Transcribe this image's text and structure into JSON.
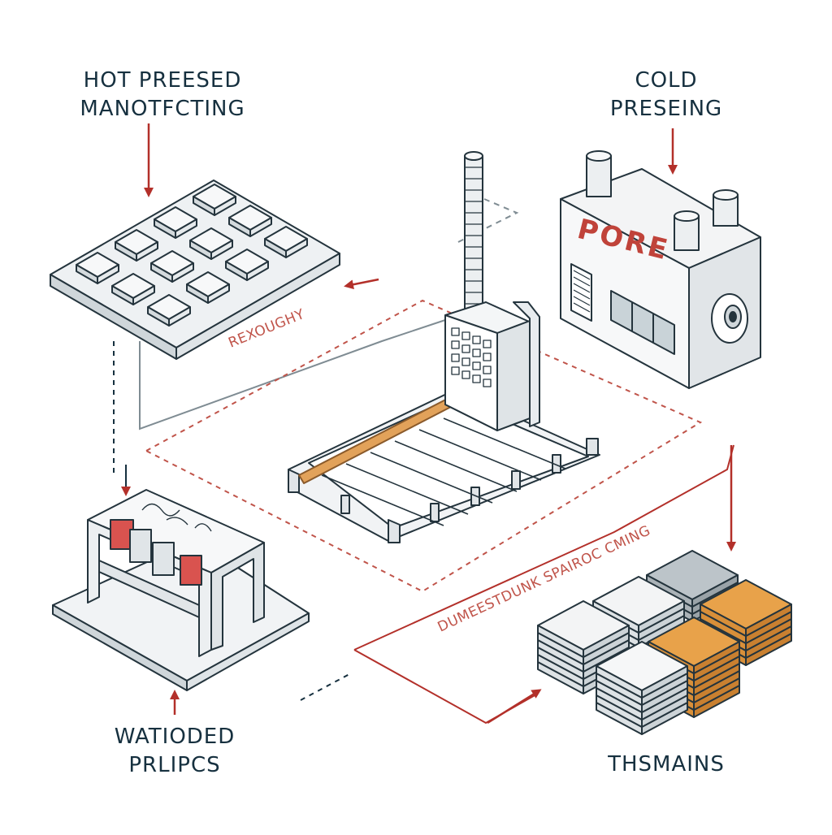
{
  "labels": {
    "hot_line1": "HOT PREESED",
    "hot_line2": "MANOTFCTING",
    "cold_line1": "COLD",
    "cold_line2": "PRESEING",
    "wat_line1": "WATIODED",
    "wat_line2": "PRLIPCS",
    "thsm": "THSMAINS"
  },
  "annotations": {
    "tray_tag": "REXOUGHY",
    "flow_tag": "DUMEESTDUNK SPAIROC CMING"
  },
  "building_sign": "PORE",
  "colors": {
    "ink": "#16303f",
    "accent_red": "#c0544a",
    "arrow_red": "#b3302a",
    "wood": "#e2a25a",
    "steel": "#e8ecef",
    "gray_line": "#7f8c93"
  }
}
